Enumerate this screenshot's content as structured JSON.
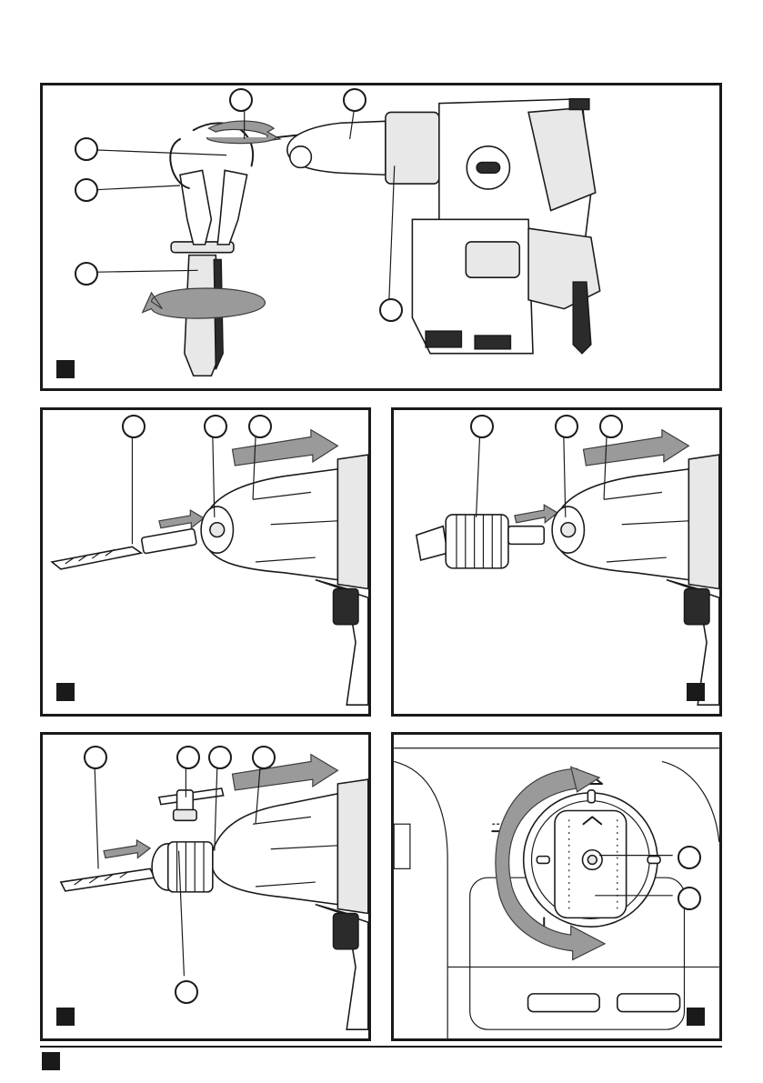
{
  "figures": [
    {
      "id": "fig-1",
      "callouts": 6
    },
    {
      "id": "fig-2",
      "callouts": 3
    },
    {
      "id": "fig-3",
      "callouts": 3
    },
    {
      "id": "fig-4",
      "callouts": 5
    },
    {
      "id": "fig-5",
      "callouts": 2
    }
  ],
  "icons": {
    "rotation_arrow": "rotation-arrow-icon",
    "push_arrow": "push-arrow-icon",
    "pull_arrow": "pull-arrow-icon",
    "mode_hammer": "hammer-mode-icon",
    "mode_drill": "drill-mode-icon",
    "mode_chisel": "chisel-mode-icon"
  },
  "colors": {
    "line": "#1a1a1a",
    "arrow_fill": "#9a9a9a",
    "badge": "#1a1a1a",
    "tool_body_shade": "#e8e8e8"
  }
}
